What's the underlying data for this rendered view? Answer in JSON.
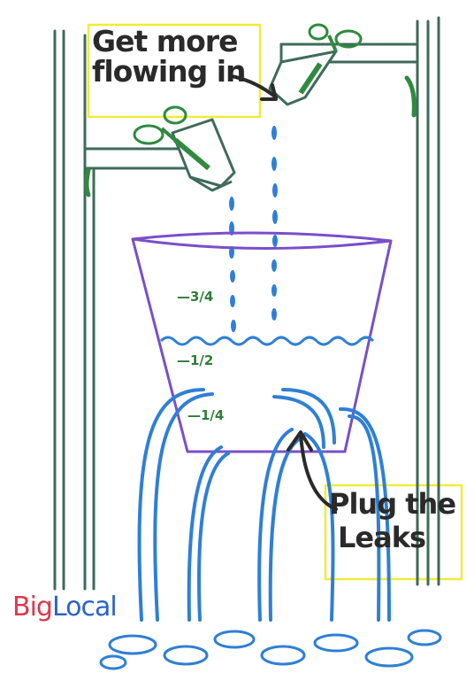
{
  "annotations": {
    "get_more_line1": "Get more",
    "get_more_line2": "flowing in",
    "plug_line1": "Plug the",
    "plug_line2": "Leaks"
  },
  "bucket_marks": {
    "three_quarter": "3/4",
    "half": "1/2",
    "quarter": "1/4"
  },
  "logo": {
    "big": "Big",
    "local": "Local"
  },
  "colors": {
    "pipe": "#3e6b5a",
    "tap_green": "#2f8a3f",
    "bucket": "#7a4fc9",
    "water": "#2f7fd6",
    "highlight": "#f2ea3c",
    "ink": "#2a2a2a"
  }
}
